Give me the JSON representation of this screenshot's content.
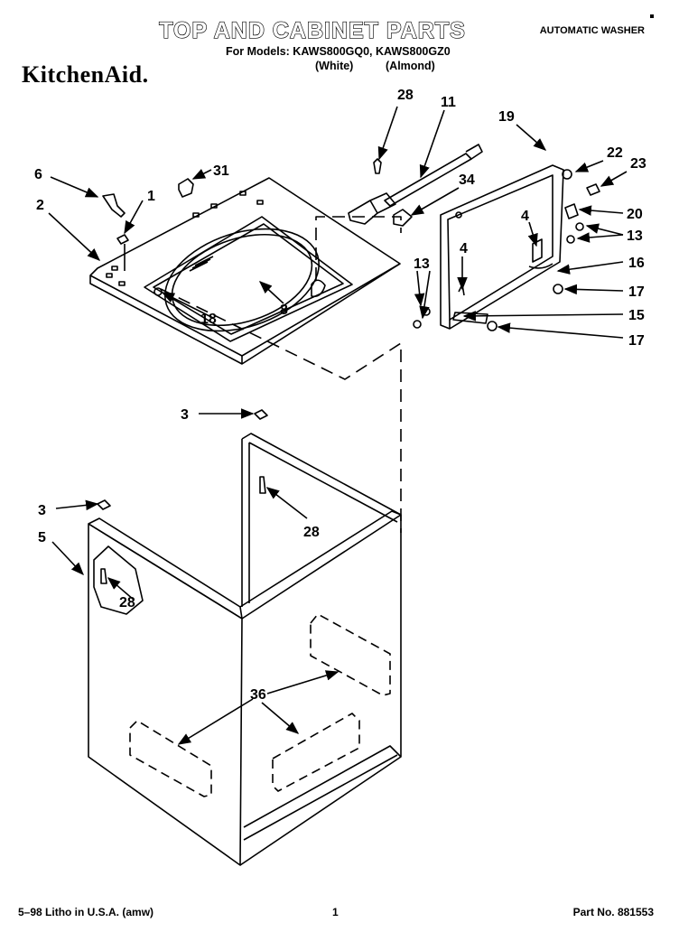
{
  "header": {
    "title": "TOP AND CABINET PARTS",
    "appliance": "AUTOMATIC WASHER",
    "models": "For Models: KAWS800GQ0, KAWS800GZ0",
    "variant_white": "(White)",
    "variant_almond": "(Almond)",
    "brand": "KitchenAid."
  },
  "footer": {
    "litho": "5–98 Litho in U.S.A. (amw)",
    "page": "1",
    "part_no": "Part No. 881553"
  },
  "callouts": [
    {
      "id": "c28a",
      "label": "28"
    },
    {
      "id": "c11",
      "label": "11"
    },
    {
      "id": "c19",
      "label": "19"
    },
    {
      "id": "c6",
      "label": "6"
    },
    {
      "id": "c31",
      "label": "31"
    },
    {
      "id": "c1",
      "label": "1"
    },
    {
      "id": "c2",
      "label": "2"
    },
    {
      "id": "c34",
      "label": "34"
    },
    {
      "id": "c22",
      "label": "22"
    },
    {
      "id": "c23",
      "label": "23"
    },
    {
      "id": "c4a",
      "label": "4"
    },
    {
      "id": "c20",
      "label": "20"
    },
    {
      "id": "c13a",
      "label": "13"
    },
    {
      "id": "c16",
      "label": "16"
    },
    {
      "id": "c4b",
      "label": "4"
    },
    {
      "id": "c13b",
      "label": "13"
    },
    {
      "id": "c17a",
      "label": "17"
    },
    {
      "id": "c15",
      "label": "15"
    },
    {
      "id": "c17b",
      "label": "17"
    },
    {
      "id": "c18",
      "label": "18"
    },
    {
      "id": "c8",
      "label": "8"
    },
    {
      "id": "c3a",
      "label": "3"
    },
    {
      "id": "c28b",
      "label": "28"
    },
    {
      "id": "c3b",
      "label": "3"
    },
    {
      "id": "c5",
      "label": "5"
    },
    {
      "id": "c28c",
      "label": "28"
    },
    {
      "id": "c36",
      "label": "36"
    }
  ]
}
